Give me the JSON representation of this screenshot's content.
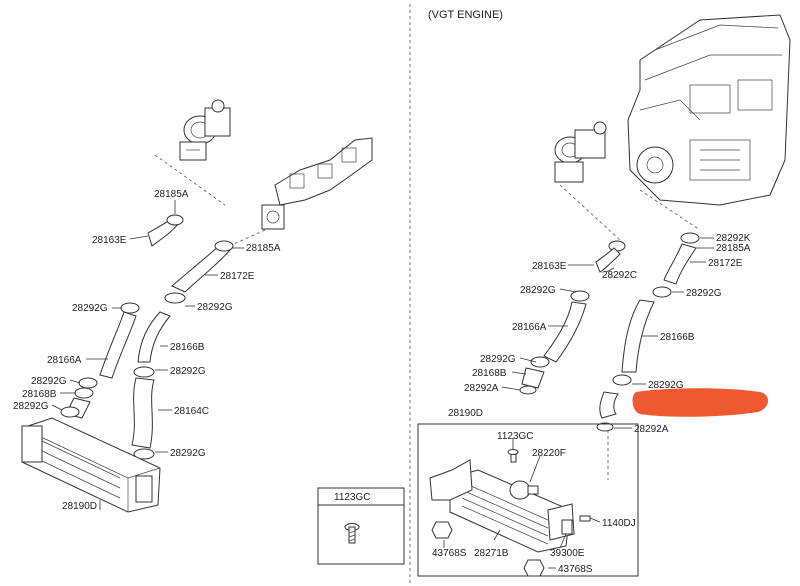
{
  "header": {
    "engine_label": "(VGT ENGINE)"
  },
  "left_labels": {
    "l_28185A_top": "28185A",
    "l_28163E": "28163E",
    "l_28185A_mid": "28185A",
    "l_28172E": "28172E",
    "l_28292G_a": "28292G",
    "l_28292G_b": "28292G",
    "l_28166B": "28166B",
    "l_28166A": "28166A",
    "l_28292G_c": "28292G",
    "l_28292G_d": "28292G",
    "l_28168B": "28168B",
    "l_28292G_e": "28292G",
    "l_28164C": "28164C",
    "l_28292G_f": "28292G",
    "l_28190D": "28190D"
  },
  "right_labels": {
    "r_28292K": "28292K",
    "r_28185A": "28185A",
    "r_28172E": "28172E",
    "r_28163E": "28163E",
    "r_28292C": "28292C",
    "r_28292G_a": "28292G",
    "r_28292G_b": "28292G",
    "r_28166A": "28166A",
    "r_28166B": "28166B",
    "r_28292G_c": "28292G",
    "r_28168B": "28168B",
    "r_28292A_a": "28292A",
    "r_28292G_d": "28292G",
    "r_28190D": "28190D",
    "r_28292A_b": "28292A",
    "r_1123GC": "1123GC",
    "r_28220F": "28220F",
    "r_1140DJ": "1140DJ",
    "r_43768S_a": "43768S",
    "r_28271B": "28271B",
    "r_39300E": "39300E",
    "r_43768S_b": "43768S"
  },
  "inset": {
    "title": "1123GC"
  },
  "redaction": {
    "color": "#f0582f"
  }
}
